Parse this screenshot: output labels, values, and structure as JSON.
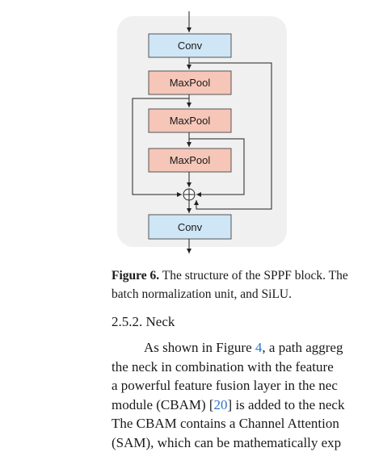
{
  "figure": {
    "blocks": {
      "conv_top": "Conv",
      "maxpool_1": "MaxPool",
      "maxpool_2": "MaxPool",
      "maxpool_3": "MaxPool",
      "conv_bottom": "Conv"
    },
    "colors": {
      "background": "#f0f0f0",
      "conv_fill": "#cfe6f6",
      "maxpool_fill": "#f6c6b8"
    }
  },
  "caption": {
    "label": "Figure 6.",
    "line1": " The structure of the SPPF block. The",
    "line2": "batch normalization unit, and SiLU."
  },
  "section": {
    "heading": "2.5.2. Neck"
  },
  "paragraph": {
    "line1_pre": "As shown in Figure ",
    "line1_ref": "4",
    "line1_post": ", a path aggreg",
    "line2": "the neck in combination with the feature",
    "line3": "a powerful feature fusion layer in the nec",
    "line4_pre": "module (CBAM) [",
    "line4_ref": "20",
    "line4_post": "] is added to the neck",
    "line5": "The CBAM contains a Channel Attention",
    "line6": "(SAM), which can be mathematically exp"
  }
}
